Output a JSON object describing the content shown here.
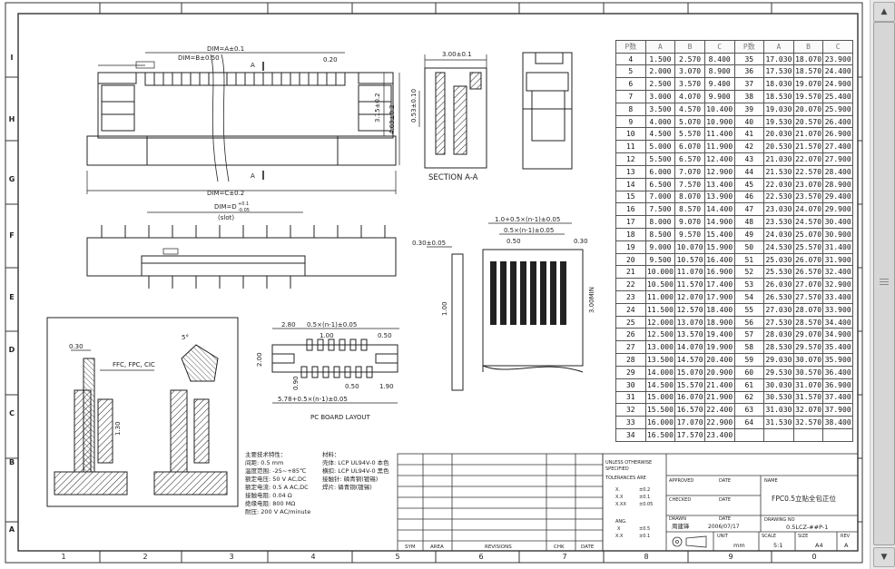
{
  "border": {
    "col_numbers": [
      "1",
      "2",
      "3",
      "4",
      "5",
      "6",
      "7",
      "8",
      "9",
      "0"
    ],
    "row_letters": [
      "I",
      "H",
      "G",
      "F",
      "E",
      "D",
      "C",
      "B",
      "A"
    ]
  },
  "top_view": {
    "dim_a": "DIM=A±0.1",
    "dim_b": "DIM=B±0.50",
    "dim_020": "0.20",
    "section_a_top": "A",
    "section_a_bottom": "A",
    "dim_315": "3.15±0.2",
    "dim_463": "4.63±0.2",
    "dim_c": "DIM=C±0.2"
  },
  "section_view": {
    "dim_300": "3.00±0.1",
    "dim_053": "0.53±0.10",
    "title": "SECTION A-A"
  },
  "slot_view": {
    "dim_d": "DIM=D",
    "tol_upper": "+0.1",
    "tol_lower": "-0.05",
    "slot_label": "(slot)"
  },
  "pad_view": {
    "dim_total": "1.0+0.5×(n-1)±0.05",
    "dim_pitch": "0.5×(n-1)±0.05",
    "dim_030_left": "0.30±0.05",
    "dim_050": "0.50",
    "dim_030_right": "0.30",
    "dim_100": "1.00",
    "dim_300": "3.00MIN"
  },
  "detail_view": {
    "dim_030": "0.30",
    "angle": "5°",
    "insert_label": "FFC, FPC, CIC",
    "dim_130": "1.30"
  },
  "pcb_layout": {
    "dim_280": "2.80",
    "dim_pitch": "0.5×(n-1)±0.05",
    "dim_100": "1.00",
    "dim_050_top": "0.50",
    "dim_200": "2.00",
    "dim_090": "0.90",
    "dim_050_bottom": "0.50",
    "dim_190": "1.90",
    "dim_total": "5.78+0.5×(n-1)±0.05",
    "title": "PC BOARD LAYOUT"
  },
  "specs": {
    "title": "主要技术特性：",
    "items": [
      "间距:  0.5 mm",
      "温度范围: -25~+85℃",
      "额定电压: 50 V AC,DC",
      "额定电流: 0.5 A AC,DC",
      "接触电阻: 0.04 Ω",
      "绝缘电阻: 800 MΩ",
      "耐压: 200 V AC/minute"
    ]
  },
  "materials": {
    "title": "材料：",
    "items": [
      "壳体: LCP UL94V-0 本色",
      "横扣: LCP UL94V-0 黑色",
      "接触针: 磷青铜(镀锡)",
      "焊片: 磷青铜(镀锡)"
    ]
  },
  "dimension_table": {
    "headers": [
      "P数",
      "A",
      "B",
      "C",
      "P数",
      "A",
      "B",
      "C"
    ],
    "rows": [
      [
        "4",
        "1.500",
        "2.570",
        "8.400",
        "35",
        "17.030",
        "18.070",
        "23.900"
      ],
      [
        "5",
        "2.000",
        "3.070",
        "8.900",
        "36",
        "17.530",
        "18.570",
        "24.400"
      ],
      [
        "6",
        "2.500",
        "3.570",
        "9.400",
        "37",
        "18.030",
        "19.070",
        "24.900"
      ],
      [
        "7",
        "3.000",
        "4.070",
        "9.900",
        "38",
        "18.530",
        "19.570",
        "25.400"
      ],
      [
        "8",
        "3.500",
        "4.570",
        "10.400",
        "39",
        "19.030",
        "20.070",
        "25.900"
      ],
      [
        "9",
        "4.000",
        "5.070",
        "10.900",
        "40",
        "19.530",
        "20.570",
        "26.400"
      ],
      [
        "10",
        "4.500",
        "5.570",
        "11.400",
        "41",
        "20.030",
        "21.070",
        "26.900"
      ],
      [
        "11",
        "5.000",
        "6.070",
        "11.900",
        "42",
        "20.530",
        "21.570",
        "27.400"
      ],
      [
        "12",
        "5.500",
        "6.570",
        "12.400",
        "43",
        "21.030",
        "22.070",
        "27.900"
      ],
      [
        "13",
        "6.000",
        "7.070",
        "12.900",
        "44",
        "21.530",
        "22.570",
        "28.400"
      ],
      [
        "14",
        "6.500",
        "7.570",
        "13.400",
        "45",
        "22.030",
        "23.070",
        "28.900"
      ],
      [
        "15",
        "7.000",
        "8.070",
        "13.900",
        "46",
        "22.530",
        "23.570",
        "29.400"
      ],
      [
        "16",
        "7.500",
        "8.570",
        "14.400",
        "47",
        "23.030",
        "24.070",
        "29.900"
      ],
      [
        "17",
        "8.000",
        "9.070",
        "14.900",
        "48",
        "23.530",
        "24.570",
        "30.400"
      ],
      [
        "18",
        "8.500",
        "9.570",
        "15.400",
        "49",
        "24.030",
        "25.070",
        "30.900"
      ],
      [
        "19",
        "9.000",
        "10.070",
        "15.900",
        "50",
        "24.530",
        "25.570",
        "31.400"
      ],
      [
        "20",
        "9.500",
        "10.570",
        "16.400",
        "51",
        "25.030",
        "26.070",
        "31.900"
      ],
      [
        "21",
        "10.000",
        "11.070",
        "16.900",
        "52",
        "25.530",
        "26.570",
        "32.400"
      ],
      [
        "22",
        "10.500",
        "11.570",
        "17.400",
        "53",
        "26.030",
        "27.070",
        "32.900"
      ],
      [
        "23",
        "11.000",
        "12.070",
        "17.900",
        "54",
        "26.530",
        "27.570",
        "33.400"
      ],
      [
        "24",
        "11.500",
        "12.570",
        "18.400",
        "55",
        "27.030",
        "28.070",
        "33.900"
      ],
      [
        "25",
        "12.000",
        "13.070",
        "18.900",
        "56",
        "27.530",
        "28.570",
        "34.400"
      ],
      [
        "26",
        "12.500",
        "13.570",
        "19.400",
        "57",
        "28.030",
        "29.070",
        "34.900"
      ],
      [
        "27",
        "13.000",
        "14.070",
        "19.900",
        "58",
        "28.530",
        "29.570",
        "35.400"
      ],
      [
        "28",
        "13.500",
        "14.570",
        "20.400",
        "59",
        "29.030",
        "30.070",
        "35.900"
      ],
      [
        "29",
        "14.000",
        "15.070",
        "20.900",
        "60",
        "29.530",
        "30.570",
        "36.400"
      ],
      [
        "30",
        "14.500",
        "15.570",
        "21.400",
        "61",
        "30.030",
        "31.070",
        "36.900"
      ],
      [
        "31",
        "15.000",
        "16.070",
        "21.900",
        "62",
        "30.530",
        "31.570",
        "37.400"
      ],
      [
        "32",
        "15.500",
        "16.570",
        "22.400",
        "63",
        "31.030",
        "32.070",
        "37.900"
      ],
      [
        "33",
        "16.000",
        "17.070",
        "22.900",
        "64",
        "31.530",
        "32.570",
        "38.400"
      ],
      [
        "34",
        "16.500",
        "17.570",
        "23.400",
        "",
        "",
        "",
        "",
        ""
      ]
    ]
  },
  "revision_block": {
    "sym": "SYM",
    "area": "AREA",
    "revisions": "REVISIONS",
    "chk": "CHK",
    "date": "DATE"
  },
  "title_block": {
    "unless": "UNLESS OTHERWISE",
    "specified": "SPECIFIED",
    "tolerances": "TOLERANCES ARE",
    "tol_x": "X.",
    "tol_x_val": "±0.2",
    "tol_xx": "X.X",
    "tol_xx_val": "±0.1",
    "tol_xxx": "X.XX",
    "tol_xxx_val": "±0.05",
    "ang": "ANG.",
    "ang_x": "X",
    "ang_x_val": "±0.5",
    "ang_xx": "X.X",
    "ang_xx_val": "±0.1",
    "approved": "APPROVED",
    "approved_date": "DATE",
    "checked": "CHECKED",
    "checked_date": "DATE",
    "drawn": "DRAWN",
    "drawn_date": "DATE",
    "drawn_name": "周建锋",
    "drawn_date_value": "2006/07/17",
    "name_label": "NAME",
    "name_value": "FPC0.5立贴全包正位",
    "drawing_no_label": "DRAWING NO",
    "drawing_no_value": "0.5LCZ-##P-1",
    "unit_label": "UNIT",
    "unit_value": "mm",
    "scale_label": "SCALE",
    "scale_value": "5:1",
    "size_label": "SIZE",
    "size_value": "A4",
    "rev_label": "REV",
    "rev_value": "A"
  },
  "scrollbar": {
    "up": "▲",
    "down": "▼"
  },
  "colors": {
    "line": "#333333",
    "background": "#ffffff",
    "scrollbar": "#e9e9e9"
  }
}
